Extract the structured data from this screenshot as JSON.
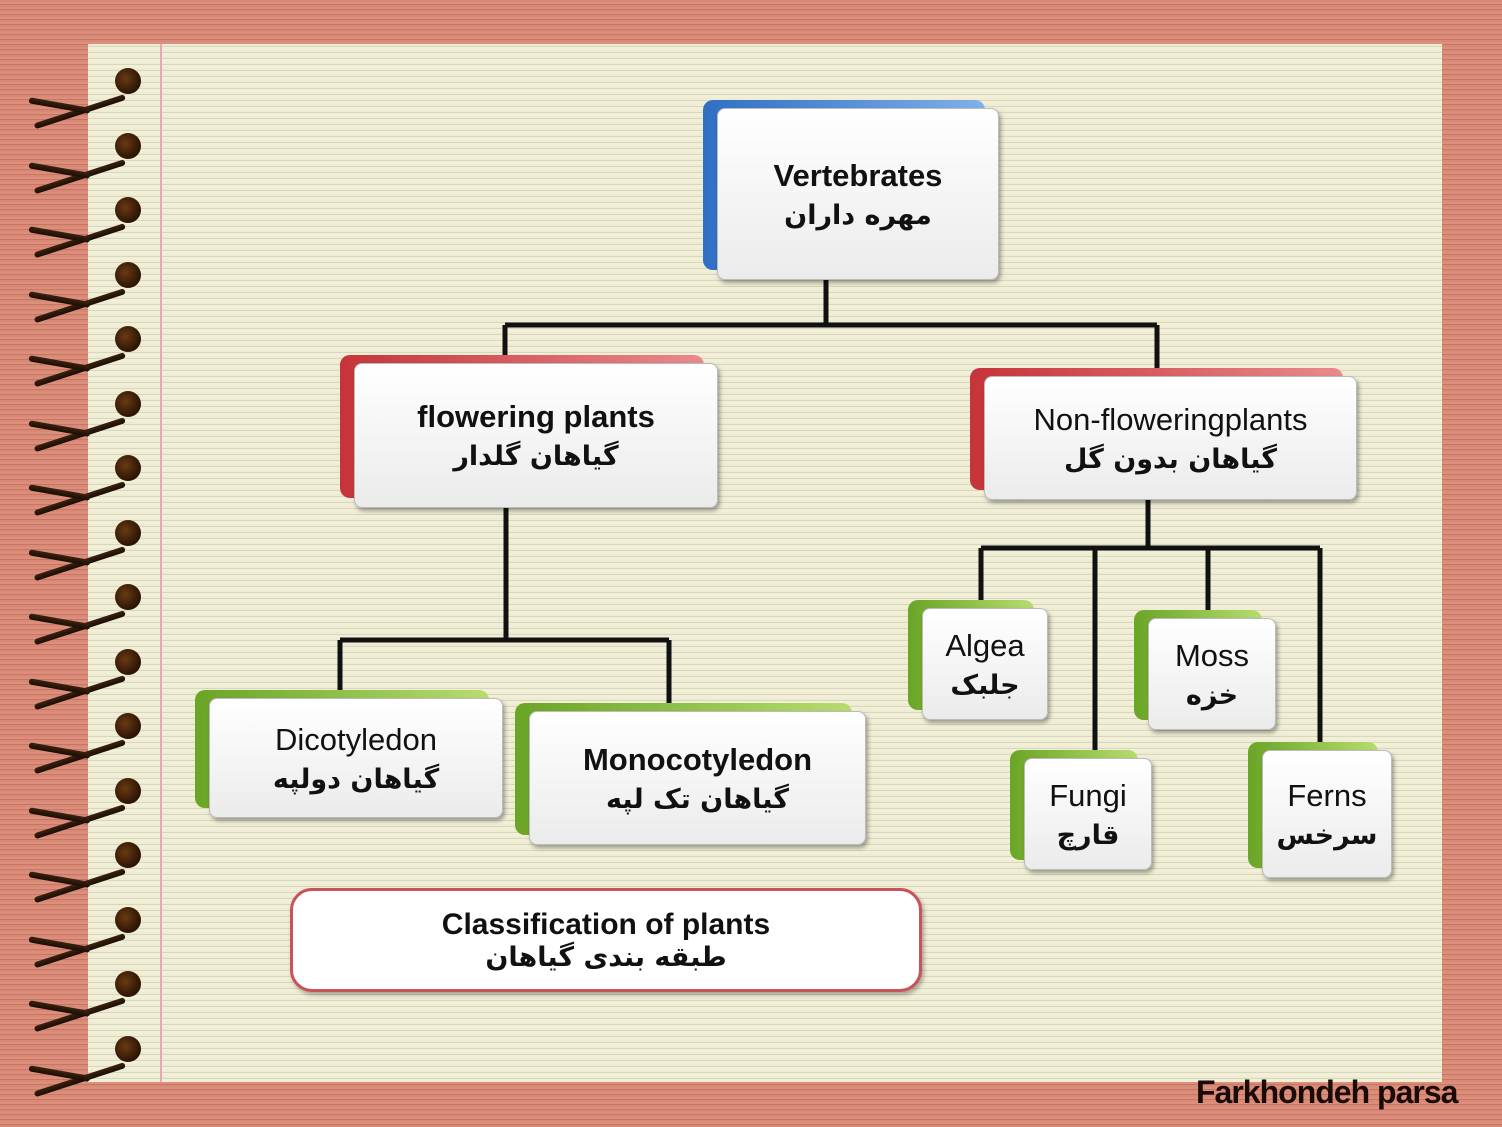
{
  "nodes": {
    "vertebrates": {
      "en": "Vertebrates",
      "fa": "مهره داران"
    },
    "flowering": {
      "en": "flowering plants",
      "fa": "گیاهان گلدار"
    },
    "non_flowering": {
      "en": "Non-floweringplants",
      "fa": "گیاهان بدون گل"
    },
    "dicotyledon": {
      "en": "Dicotyledon",
      "fa": "گیاهان دولپه"
    },
    "monocotyledon": {
      "en": "Monocotyledon",
      "fa": "گیاهان تک لپه"
    },
    "algea": {
      "en": "Algea",
      "fa": "جلبک"
    },
    "moss": {
      "en": "Moss",
      "fa": "خزه"
    },
    "fungi": {
      "en": "Fungi",
      "fa": "قارچ"
    },
    "ferns": {
      "en": "Ferns",
      "fa": "سرخس"
    }
  },
  "caption": {
    "en": "Classification of plants",
    "fa": "طبقه بندی گیاهان"
  },
  "author": "Farkhondeh parsa",
  "colors": {
    "frame": "#d4826f",
    "paper": "#f1efd6",
    "blue": "#2f6fc4",
    "red": "#c6343a",
    "green": "#6aa526"
  }
}
